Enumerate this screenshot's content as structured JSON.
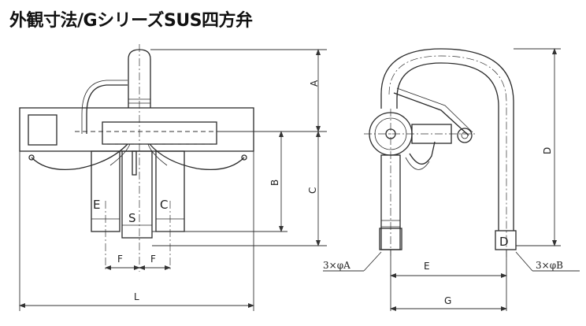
{
  "title": "外観寸法/GシリーズSUS四方弁",
  "dimensions": {
    "A": "A",
    "B": "B",
    "C": "C",
    "D": "D",
    "E_side": "E",
    "F_left": "F",
    "F_right": "F",
    "G": "G",
    "L": "L"
  },
  "ports": {
    "E": "E",
    "S": "S",
    "C": "C",
    "D": "D"
  },
  "callouts": {
    "pipe_a": "3×φA",
    "pipe_b": "3×φB"
  }
}
